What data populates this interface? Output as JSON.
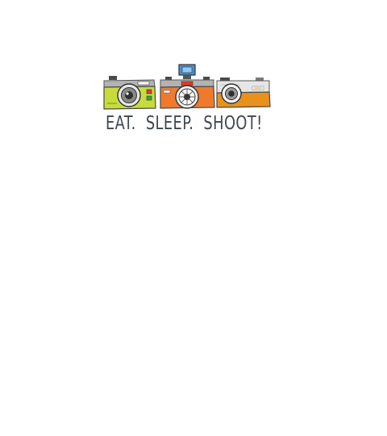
{
  "slogan": {
    "word1": "EAT.",
    "word2": "SLEEP.",
    "word3": "SHOOT!"
  },
  "colors": {
    "green_camera": "#c7dc3c",
    "orange_camera": "#ef7a2e",
    "amber_camera": "#e8921c",
    "camera_top": "#a9a9a9",
    "flash": "#4a8fd4",
    "ink": "#3d4752"
  },
  "icons": {
    "camera_1": "green-camera-icon",
    "camera_2": "orange-camera-icon",
    "camera_3": "amber-camera-icon"
  }
}
